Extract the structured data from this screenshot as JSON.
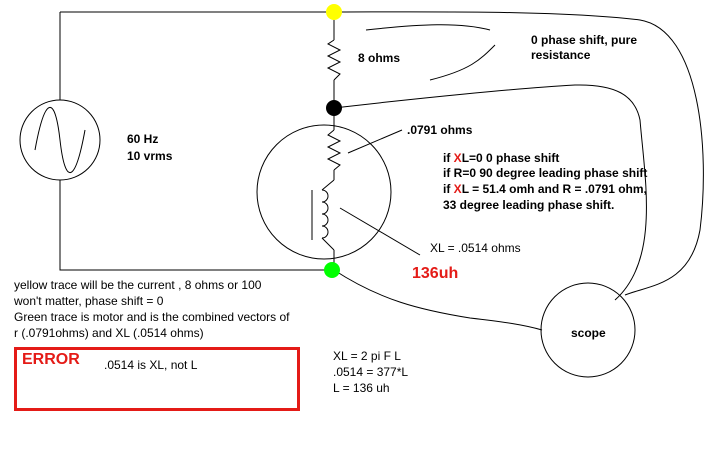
{
  "source": {
    "freq": "60 Hz",
    "voltage": "10 vrms"
  },
  "resistor": {
    "label": "8 ohms"
  },
  "note_phase": {
    "line1": "0 phase shift, pure",
    "line2": "resistance"
  },
  "motor": {
    "r_label": ".0791 ohms",
    "xl_label": "XL = .0514 ohms",
    "inductance_label": "136uh"
  },
  "phase_notes": {
    "l1_prefix": "if ",
    "l1_x": "X",
    "l1_rest": "L=0   0 phase shift",
    "l2": "if R=0  90 degree leading phase shift",
    "l3_prefix": "if ",
    "l3_x": "X",
    "l3_rest": "L = 51.4  omh and R = .0791 ohm,",
    "l4": "33 degree leading phase shift."
  },
  "trace_notes": {
    "l1": "yellow trace will be the current  , 8 ohms or 100",
    "l2": "won't matter, phase shift = 0",
    "l3": "Green trace is motor and is the combined vectors of",
    "l4": "r (.0791ohms) and XL (.0514 ohms)"
  },
  "error": {
    "title": "ERROR",
    "message": ".0514 is XL, not L"
  },
  "formula": {
    "l1": "XL = 2 pi F L",
    "l2": ".0514 = 377*L",
    "l3": "L = 136 uh"
  },
  "scope": {
    "label": "scope"
  },
  "colors": {
    "yellow_node": "#ffff00",
    "black_node": "#000000",
    "green_node": "#00ff00",
    "error_red": "#e41b17"
  }
}
